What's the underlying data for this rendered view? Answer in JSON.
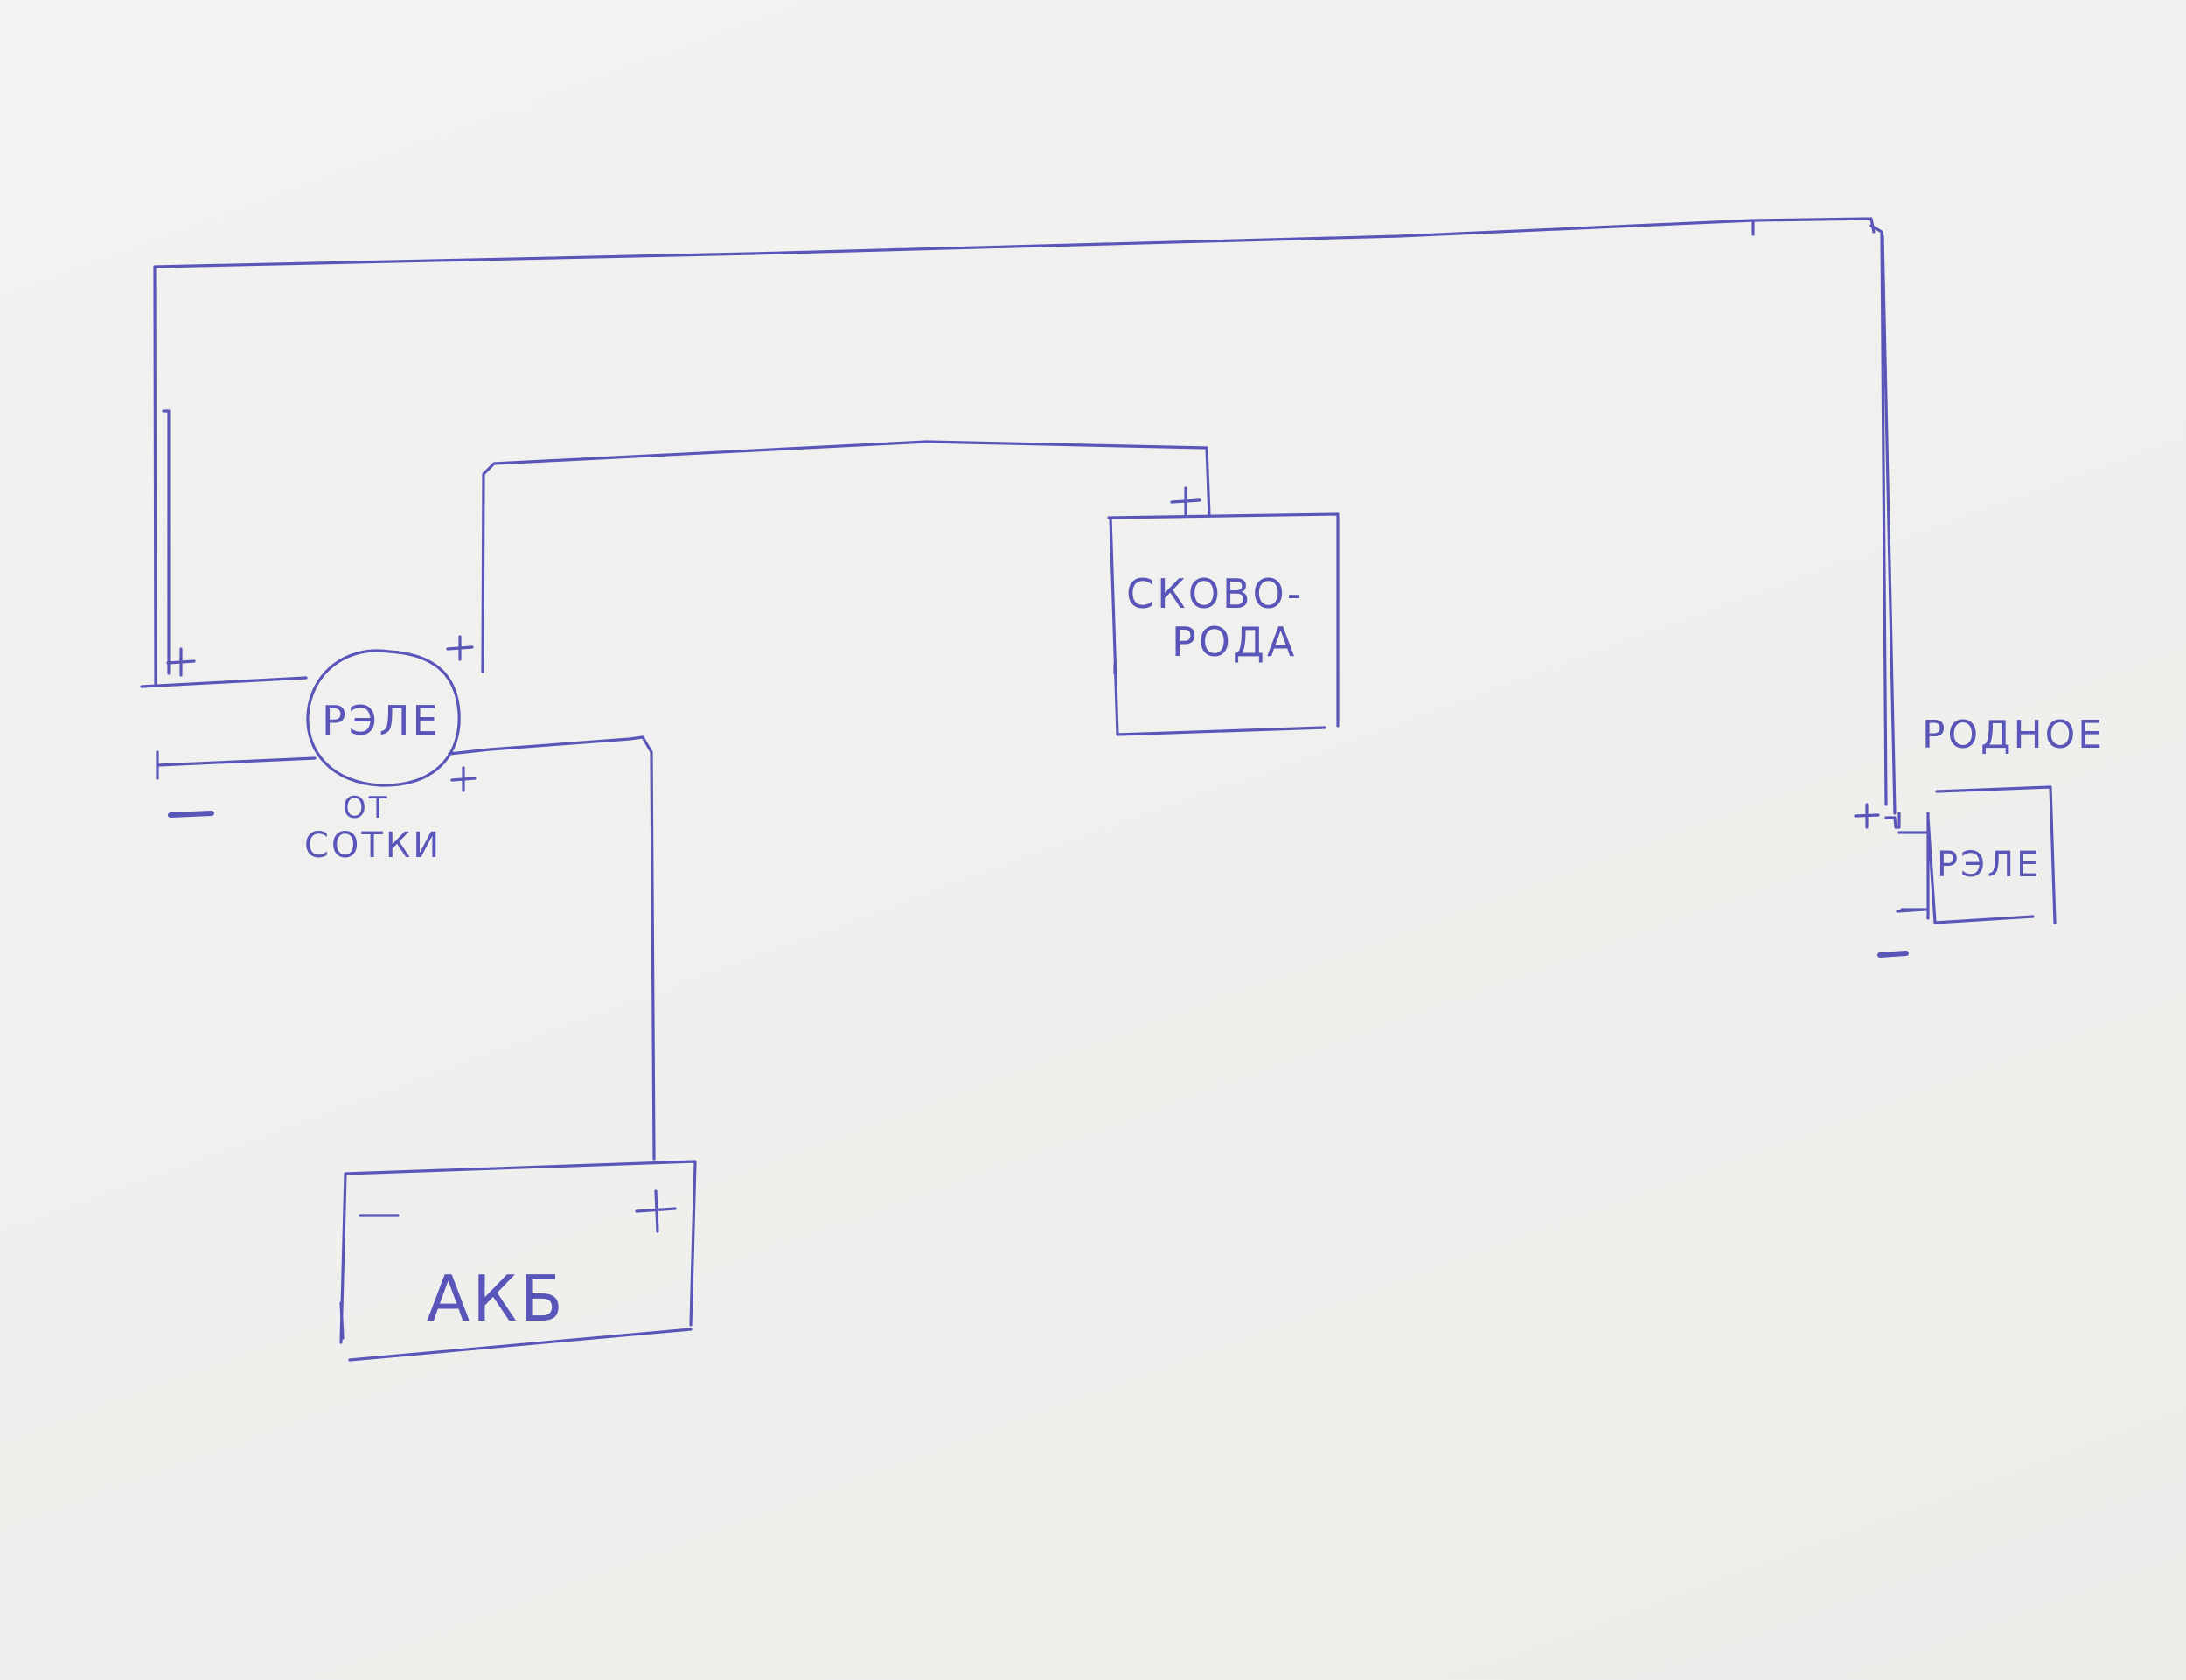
{
  "colors": {
    "ink": "#5a55b8",
    "paper": "#efefed"
  },
  "relay_main": {
    "label": "РЭЛЕ",
    "note_line1": "ОТ",
    "note_line2": "СОТКИ"
  },
  "pan": {
    "label_line1": "СКОВО-",
    "label_line2": "РОДА"
  },
  "relay_native": {
    "label_top": "РОДНОЕ",
    "label_box": "РЭЛЕ"
  },
  "battery": {
    "label": "АКБ"
  },
  "signs": {
    "plus": "+",
    "minus": "−",
    "dash": "—"
  }
}
